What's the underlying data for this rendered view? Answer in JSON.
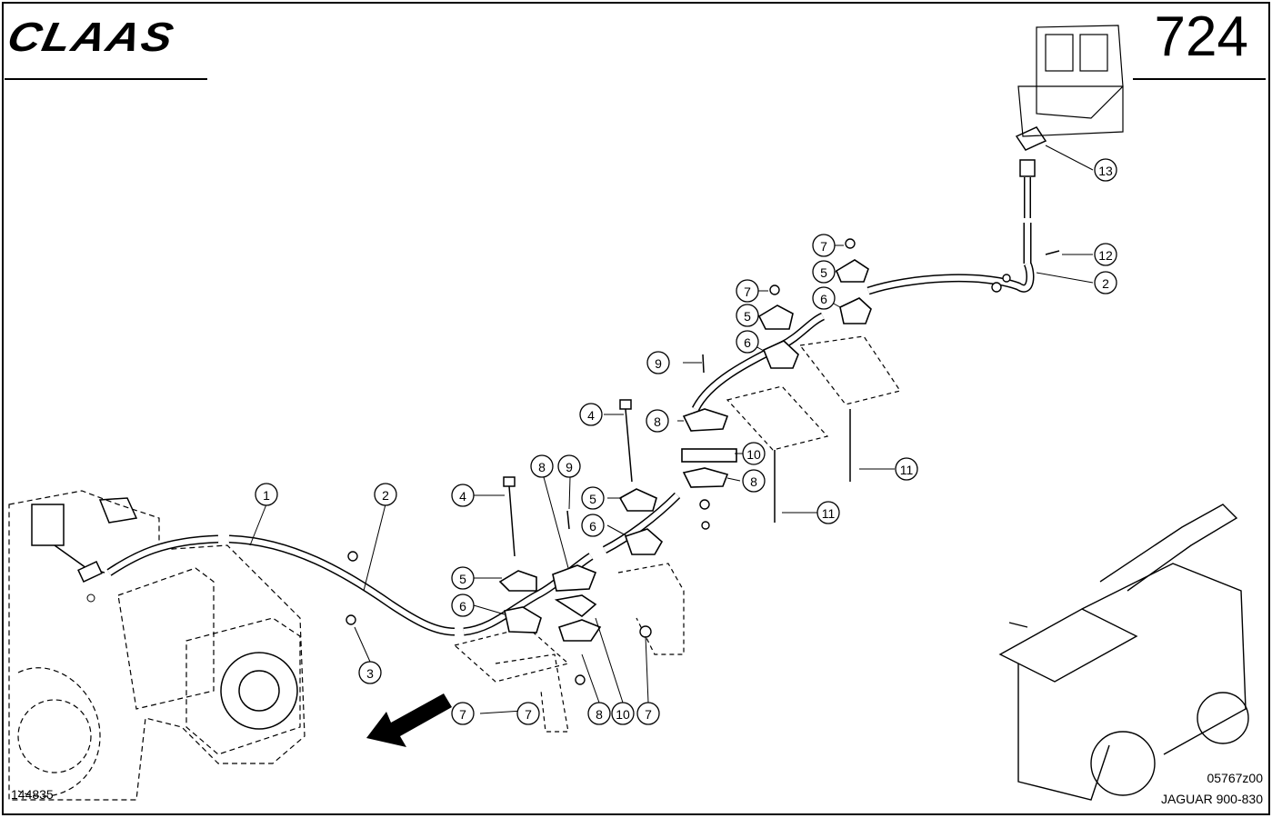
{
  "header": {
    "brand": "CLAAS",
    "page_number": "724"
  },
  "footer": {
    "reference": "144835",
    "drawing_code": "05767z00",
    "model": "JAGUAR 900-830"
  },
  "callouts": [
    "1",
    "2",
    "3",
    "4",
    "4",
    "5",
    "5",
    "5",
    "5",
    "6",
    "6",
    "6",
    "6",
    "7",
    "7",
    "7",
    "7",
    "7",
    "8",
    "8",
    "8",
    "8",
    "9",
    "9",
    "10",
    "10",
    "11",
    "11",
    "12",
    "2",
    "13"
  ]
}
